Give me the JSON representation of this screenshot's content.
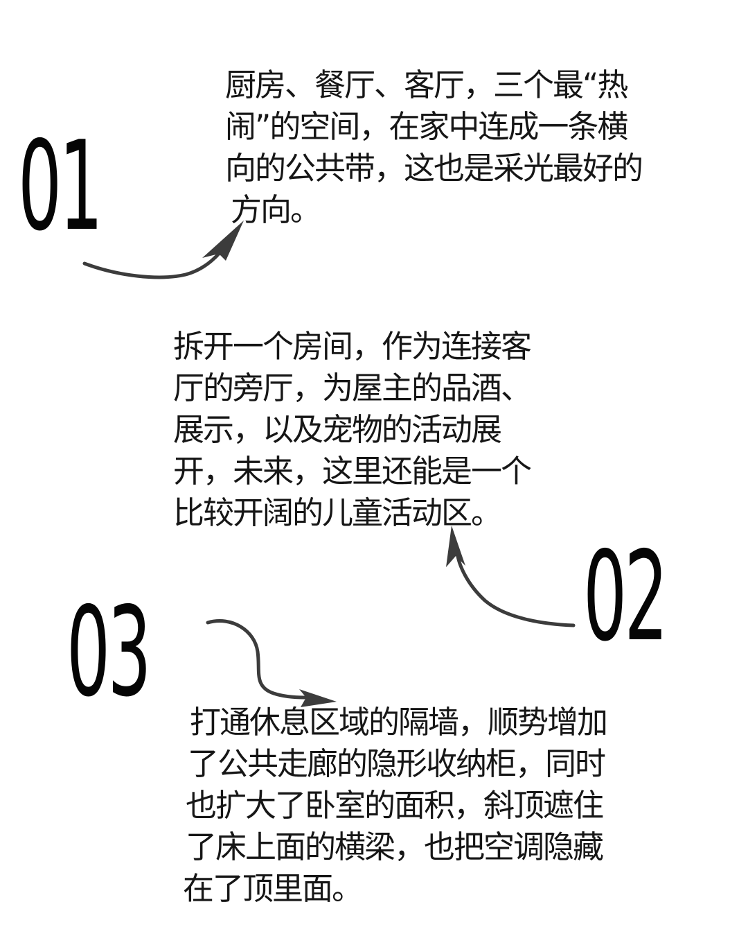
{
  "sections": [
    {
      "number": "01",
      "lines": [
        "厨房、餐厅、客厅，三个最“热",
        "闹”的空间，在家中连成一条横",
        "向的公共带，这也是采光最好的",
        "方向。"
      ]
    },
    {
      "number": "02",
      "lines": [
        "拆开一个房间，作为连接客",
        "厅的旁厅，为屋主的品酒、",
        "展示，以及宠物的活动展",
        "开，未来，这里还能是一个",
        "比较开阔的儿童活动区。"
      ]
    },
    {
      "number": "03",
      "lines": [
        "打通休息区域的隔墙，顺势增加",
        "了公共走廊的隐形收纳柜，同时",
        "也扩大了卧室的面积，斜顶遮住",
        "了床上面的横梁，也把空调隐藏",
        "在了顶里面。"
      ]
    }
  ],
  "colors": {
    "background": "#ffffff",
    "text": "#161616",
    "arrow": "#3c3c3c"
  }
}
